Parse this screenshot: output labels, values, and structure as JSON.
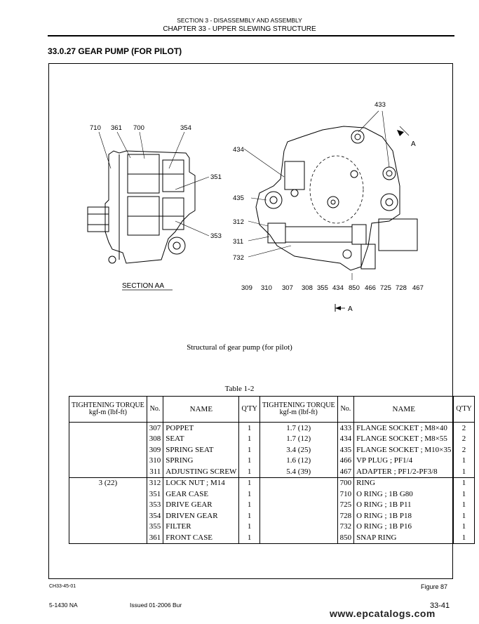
{
  "header": {
    "section": "SECTION 3 - DISASSEMBLY AND ASSEMBLY",
    "chapter": "CHAPTER 33 - UPPER SLEWING STRUCTURE"
  },
  "title": "33.0.27 GEAR PUMP (FOR PILOT)",
  "figure": {
    "section_label": "SECTION AA",
    "arrow_label": "A",
    "caption": "Structural of gear pump (for pilot)",
    "callouts_left": [
      "710",
      "361",
      "700",
      "354",
      "351",
      "353"
    ],
    "callouts_right_top": [
      "433",
      "434",
      "435",
      "312",
      "311",
      "732"
    ],
    "callouts_bottom": [
      "309",
      "310",
      "307",
      "308",
      "355",
      "434",
      "850",
      "466",
      "725",
      "728",
      "467"
    ]
  },
  "table": {
    "caption": "Table 1-2",
    "headers": {
      "torque": "TIGHTENING TORQUE",
      "torque_unit": "kgf-m (lbf-ft)",
      "no": "No.",
      "name": "NAME",
      "qty": "Q'TY"
    },
    "rows": [
      {
        "t1": "",
        "n1": "307",
        "name1": "POPPET",
        "q1": "1",
        "t2": "1.7 (12)",
        "n2": "433",
        "name2": "FLANGE SOCKET ; M8×40",
        "q2": "2"
      },
      {
        "t1": "",
        "n1": "308",
        "name1": "SEAT",
        "q1": "1",
        "t2": "1.7 (12)",
        "n2": "434",
        "name2": "FLANGE SOCKET ; M8×55",
        "q2": "2"
      },
      {
        "t1": "",
        "n1": "309",
        "name1": "SPRING SEAT",
        "q1": "1",
        "t2": "3.4 (25)",
        "n2": "435",
        "name2": "FLANGE SOCKET ; M10×35",
        "q2": "2"
      },
      {
        "t1": "",
        "n1": "310",
        "name1": "SPRING",
        "q1": "1",
        "t2": "1.6 (12)",
        "n2": "466",
        "name2": "VP PLUG ; PF1/4",
        "q2": "1"
      },
      {
        "t1": "",
        "n1": "311",
        "name1": "ADJUSTING SCREW",
        "q1": "1",
        "t2": "5.4 (39)",
        "n2": "467",
        "name2": "ADAPTER ; PF1/2-PF3/8",
        "q2": "1"
      },
      {
        "t1": "3 (22)",
        "n1": "312",
        "name1": "LOCK NUT ; M14",
        "q1": "1",
        "t2": "",
        "n2": "700",
        "name2": "RING",
        "q2": "1"
      },
      {
        "t1": "",
        "n1": "351",
        "name1": "GEAR CASE",
        "q1": "1",
        "t2": "",
        "n2": "710",
        "name2": "O RING ; 1B G80",
        "q2": "1"
      },
      {
        "t1": "",
        "n1": "353",
        "name1": "DRIVE GEAR",
        "q1": "1",
        "t2": "",
        "n2": "725",
        "name2": "O RING ; 1B P11",
        "q2": "1"
      },
      {
        "t1": "",
        "n1": "354",
        "name1": "DRIVEN GEAR",
        "q1": "1",
        "t2": "",
        "n2": "728",
        "name2": "O RING ; 1B P18",
        "q2": "1"
      },
      {
        "t1": "",
        "n1": "355",
        "name1": "FILTER",
        "q1": "1",
        "t2": "",
        "n2": "732",
        "name2": "O RING ; 1B P16",
        "q2": "1"
      },
      {
        "t1": "",
        "n1": "361",
        "name1": "FRONT CASE",
        "q1": "1",
        "t2": "",
        "n2": "850",
        "name2": "SNAP RING",
        "q2": "1"
      }
    ]
  },
  "footer": {
    "code": "CH33-45-01",
    "figure": "Figure 87",
    "doc": "5-1430 NA",
    "issued": "Issued 01-2006 Bur",
    "page": "33-41",
    "watermark": "www.epcatalogs.com"
  }
}
